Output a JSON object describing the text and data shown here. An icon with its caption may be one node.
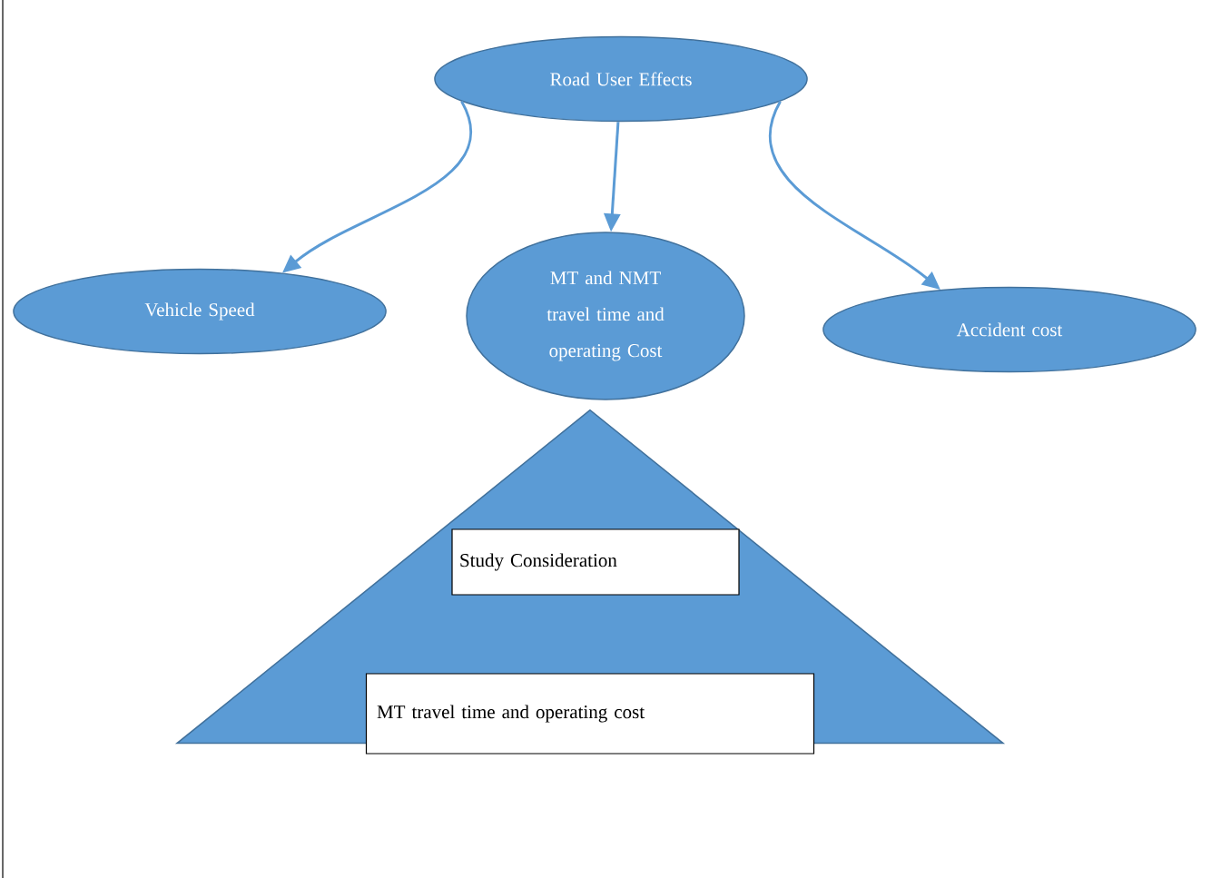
{
  "diagram": {
    "nodes": [
      {
        "text": [
          "Road User Effects"
        ]
      },
      {
        "text": [
          "Vehicle Speed"
        ]
      },
      {
        "text": [
          "MT and NMT travel time and operating Cost"
        ]
      },
      {
        "text": [
          "Accident cost"
        ]
      },
      {
        "text": [],
        "shape": "triangle"
      },
      {
        "text": [
          "Study Consideration"
        ],
        "in": 4
      },
      {
        "text": [
          "MT travel time and operating cost"
        ],
        "in": 4
      }
    ],
    "edges": [
      {
        "from": 0,
        "to": 1,
        "arrow": "to"
      },
      {
        "from": 0,
        "to": 2,
        "arrow": "to"
      },
      {
        "from": 0,
        "to": 3,
        "arrow": "to"
      }
    ]
  }
}
